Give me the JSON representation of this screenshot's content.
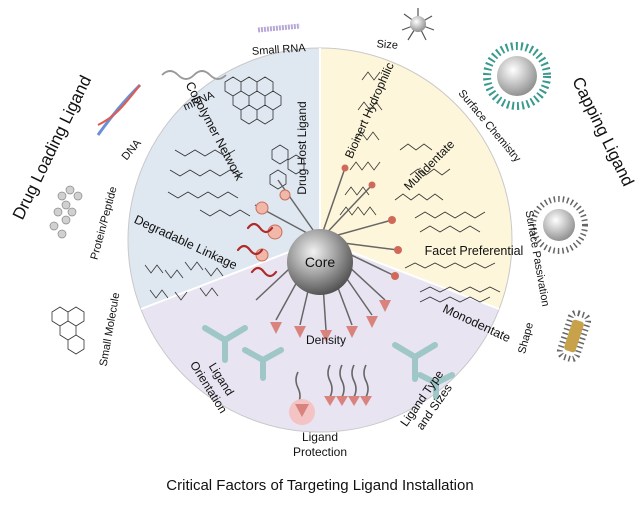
{
  "caption": "Critical Factors of Targeting Ligand Installation",
  "core_label": "Core",
  "outer_titles": {
    "left": "Drug Loading Ligand",
    "right": "Capping Ligand"
  },
  "cargo_labels": {
    "small_rna": "Small RNA",
    "mrna": "mRNA",
    "dna": "DNA",
    "protein": "Protein/Peptide",
    "small_molecule": "Small Molecule"
  },
  "capping_labels": {
    "size": "Size",
    "surface_chemistry": "Surface Chemistry",
    "surface_passivation": "Surface Passivation",
    "shape": "Shape"
  },
  "sector_labels": {
    "drug_host": "Drug Host Ligand",
    "copolymer": "Copolymer Network",
    "degradable": "Degradable Linkage",
    "bioinert": "Bioinert Hydrophilic",
    "multidentate": "Multidentate",
    "facet": "Facet Preferential",
    "monodentate": "Monodentate",
    "density": "Density",
    "orientation_1": "Ligand",
    "orientation_2": "Orientation",
    "protection_1": "Ligand",
    "protection_2": "Protection",
    "type_1": "Ligand Type",
    "type_2": "and Sizes"
  },
  "colors": {
    "drug_sector": "#dfe7f1",
    "capping_sector": "#fdf6da",
    "targeting_sector": "#e9e4f2",
    "core": "#8c8c8c",
    "ligand_red": "#d9837e",
    "antibody": "#9fc7c8",
    "dark_red": "#b02a2a"
  }
}
